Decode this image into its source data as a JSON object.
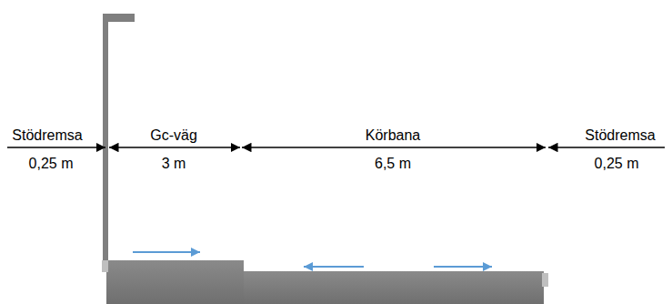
{
  "diagram": {
    "labels": [
      "Stödremsa",
      "0,25 m",
      "Gc-väg",
      "3 m",
      "Körbana",
      "6,5 m",
      "Stödremsa",
      "0,25 m"
    ]
  }
}
